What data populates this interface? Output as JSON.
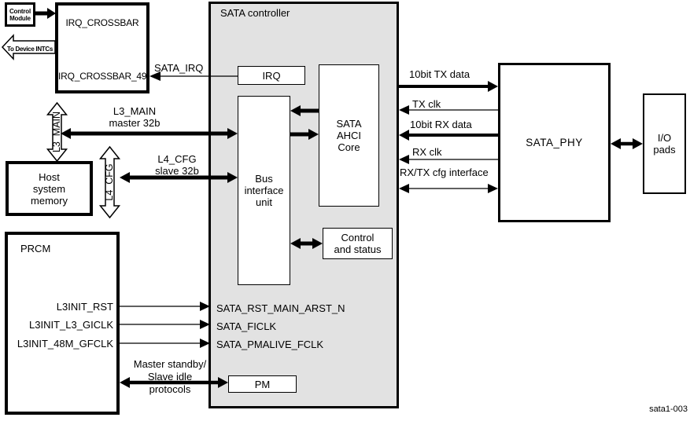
{
  "watermark": "sata1-003",
  "colors": {
    "controller_fill": "#e2e2e2",
    "line": "#000000",
    "background": "#ffffff"
  },
  "control_module": {
    "lines": [
      "Control",
      "Module"
    ]
  },
  "to_device_intcs": {
    "label": "To Device INTCs"
  },
  "irq_crossbar": {
    "title": "IRQ_CROSSBAR",
    "slot": "IRQ_CROSSBAR_49"
  },
  "sata_irq": {
    "label": "SATA_IRQ"
  },
  "l3_main": {
    "vertical": "L3_MAIN",
    "line1": "L3_MAIN",
    "line2": "master 32b"
  },
  "l4_cfg": {
    "vertical": "L4_CFG",
    "line1": "L4_CFG",
    "line2": "slave 32b"
  },
  "host_memory": {
    "lines": [
      "Host",
      "system",
      "memory"
    ]
  },
  "prcm": {
    "title": "PRCM",
    "signals": [
      "L3INIT_RST",
      "L3INIT_L3_GICLK",
      "L3INIT_48M_GFCLK"
    ]
  },
  "standby": {
    "lines": [
      "Master standby/",
      "Slave idle",
      "protocols"
    ]
  },
  "controller": {
    "title": "SATA controller",
    "irq_box": "IRQ",
    "bus_unit": [
      "Bus",
      "interface",
      "unit"
    ],
    "ahci": [
      "SATA",
      "AHCI",
      "Core"
    ],
    "control_status": [
      "Control",
      "and status"
    ],
    "pm": "PM",
    "clock_signals": [
      "SATA_RST_MAIN_ARST_N",
      "SATA_FICLK",
      "SATA_PMALIVE_FCLK"
    ]
  },
  "phy_signals": {
    "tx_data": "10bit TX data",
    "tx_clk": "TX clk",
    "rx_data": "10bit RX data",
    "rx_clk": "RX clk",
    "cfg": "RX/TX cfg interface"
  },
  "sata_phy": {
    "label": "SATA_PHY"
  },
  "io_pads": {
    "lines": [
      "I/O",
      "pads"
    ]
  }
}
